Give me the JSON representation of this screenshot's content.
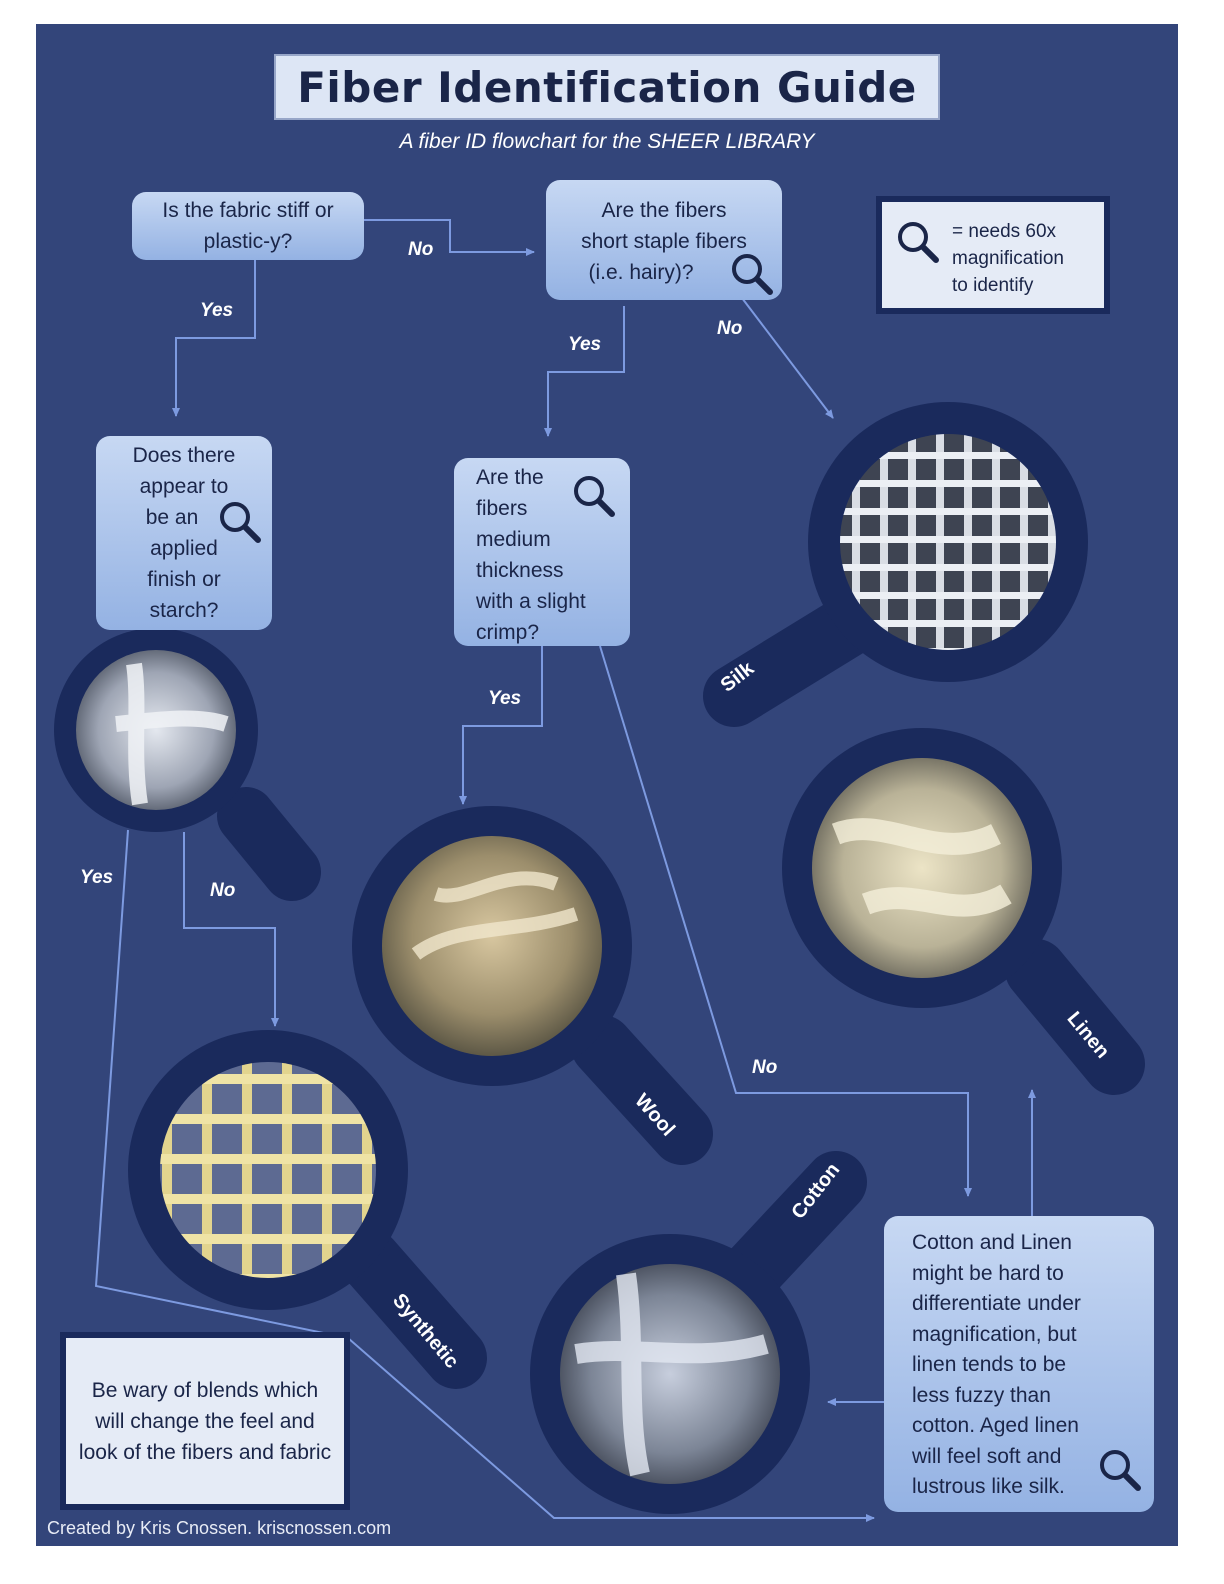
{
  "title": "Fiber Identification Guide",
  "subtitle": "A fiber ID flowchart for the SHEER LIBRARY",
  "legend": {
    "icon": "magnifier-icon",
    "text_lines": [
      "= needs 60x",
      "magnification",
      "to identify"
    ]
  },
  "questions": {
    "stiff": [
      "Is the fabric stiff or",
      "plastic-y?"
    ],
    "short_staple": [
      "Are the fibers",
      "short staple fibers",
      "(i.e. hairy)?"
    ],
    "finish": [
      "Does there",
      "appear to",
      "be an",
      "applied",
      "finish or",
      "starch?"
    ],
    "medium": [
      "Are the",
      "fibers",
      "medium",
      "thickness",
      "with a slight",
      "crimp?"
    ]
  },
  "note": [
    "Cotton and Linen",
    "might be hard to",
    "differentiate under",
    "magnification, but",
    "linen tends to be",
    "less fuzzy than",
    "cotton. Aged linen",
    "will feel soft and",
    "lustrous like silk."
  ],
  "caution": "Be wary of blends which will change the feel and look of the fibers and fabric",
  "footer": "Created by Kris Cnossen. kriscnossen.com",
  "edge_labels": {
    "stiff_no": "No",
    "stiff_yes": "Yes",
    "short_yes": "Yes",
    "short_no": "No",
    "medium_yes": "Yes",
    "medium_no": "No",
    "finish_yes": "Yes",
    "finish_no": "No"
  },
  "fibers": {
    "silk": "Silk",
    "linen": "Linen",
    "wool": "Wool",
    "synthetic": "Synthetic",
    "cotton": "Cotton"
  },
  "colors": {
    "background": "#33457a",
    "dark_navy": "#1a2a5c",
    "box_top": "#c7d8f3",
    "box_bottom": "#94b2e3",
    "arrow": "#7d9ae0"
  }
}
